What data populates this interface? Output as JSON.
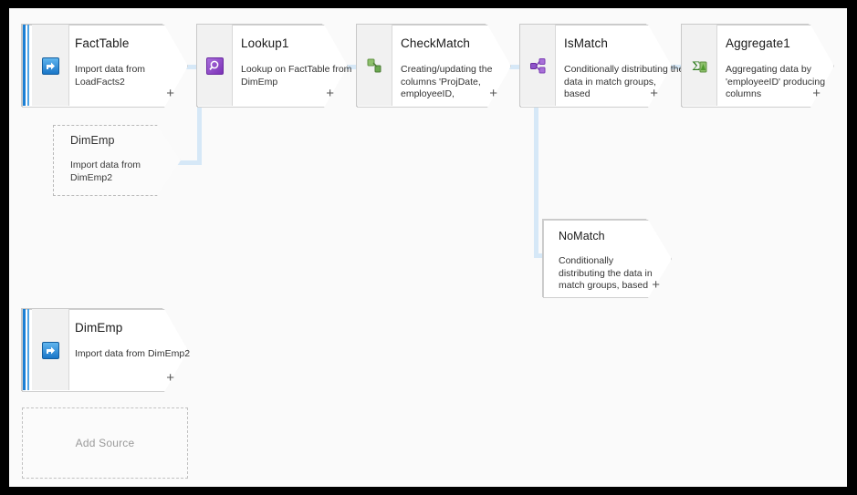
{
  "canvas": {
    "background_color": "#fafafa",
    "frame_color": "#000000",
    "wire_color": "#d6e8f7"
  },
  "nodes": [
    {
      "id": "facttable",
      "name": "FactTable",
      "description": "Import data from LoadFacts2",
      "kind": "source",
      "icon": "import-source-icon",
      "icon_color": "#2e8bd8",
      "plus_label": "+"
    },
    {
      "id": "lookup1",
      "name": "Lookup1",
      "description": "Lookup on FactTable from DimEmp",
      "kind": "transform",
      "icon": "lookup-magnifier-icon",
      "icon_color": "#9b5fd0",
      "plus_label": "+"
    },
    {
      "id": "checkmatch",
      "name": "CheckMatch",
      "description": "Creating/updating the columns 'ProjDate, employeeID,",
      "kind": "transform",
      "icon": "derived-column-icon",
      "icon_color": "#6aa84f",
      "plus_label": "+"
    },
    {
      "id": "ismatch",
      "name": "IsMatch",
      "description": "Conditionally distributing the data in match groups, based",
      "kind": "transform",
      "icon": "conditional-split-icon",
      "icon_color": "#8e54c9",
      "plus_label": "+"
    },
    {
      "id": "aggregate1",
      "name": "Aggregate1",
      "description": "Aggregating data by 'employeeID' producing columns",
      "kind": "transform",
      "icon": "aggregate-sigma-icon",
      "icon_color": "#5aa02c",
      "plus_label": "+"
    },
    {
      "id": "nomatch",
      "name": "NoMatch",
      "description": "Conditionally distributing the data in match groups, based",
      "kind": "branch",
      "icon": "",
      "icon_color": "",
      "plus_label": "+"
    },
    {
      "id": "dimemp-ghost",
      "name": "DimEmp",
      "description": "Import data from DimEmp2",
      "kind": "ghost",
      "icon": "",
      "icon_color": "",
      "plus_label": ""
    },
    {
      "id": "dimemp-source",
      "name": "DimEmp",
      "description": "Import data from DimEmp2",
      "kind": "source",
      "icon": "import-source-icon",
      "icon_color": "#2e8bd8",
      "plus_label": "+"
    }
  ],
  "add_source": {
    "label": "Add Source"
  }
}
